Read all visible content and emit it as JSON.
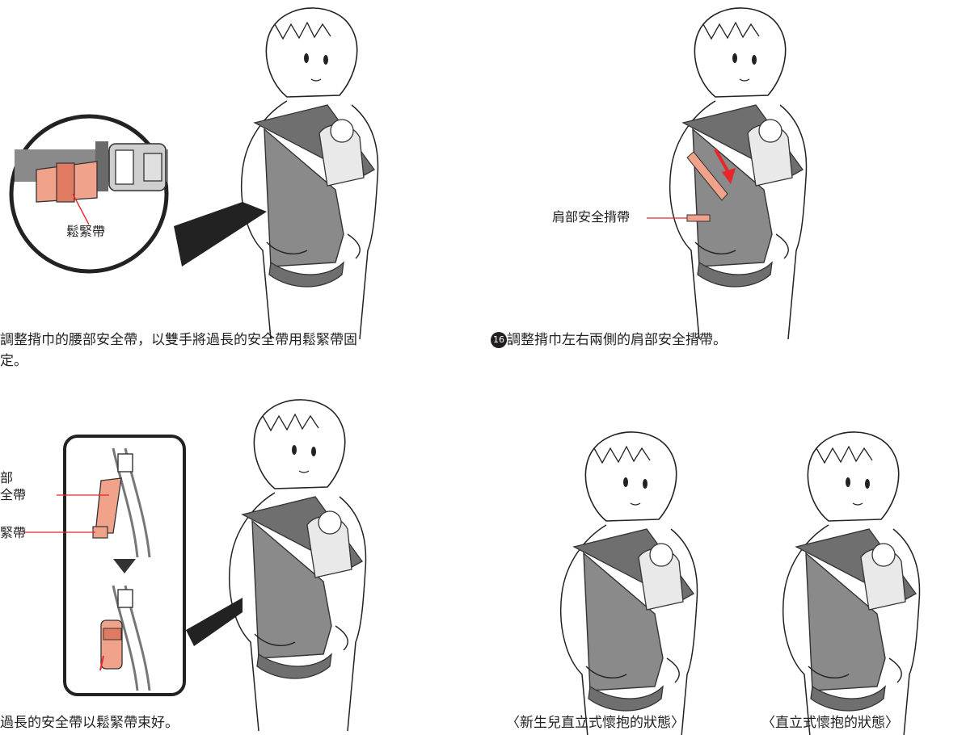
{
  "steps": {
    "s15": {
      "line1": "調整揹巾的腰部安全帶，以雙手將過長的安全帶用鬆緊帶固",
      "line2": "定。"
    },
    "s16": {
      "number": "16",
      "text": "調整揹巾左右兩側的肩部安全揹帶。"
    },
    "s17": {
      "text": "過長的安全帶以鬆緊帶束好。"
    }
  },
  "callouts": {
    "elastic_band_top": "鬆緊帶",
    "shoulder_strap": "肩部安全揹帶",
    "shoulder_safety_a": "部",
    "shoulder_safety_b": "全帶",
    "elastic_band_bottom": "緊帶"
  },
  "captions": {
    "newborn": "〈新生兒直立式懷抱的狀態〉",
    "upright": "〈直立式懷抱的狀態〉"
  },
  "colors": {
    "accent_strap": "#f0a28a",
    "arrow": "#e8262a",
    "carrier_gray": "#8a8a8a"
  }
}
